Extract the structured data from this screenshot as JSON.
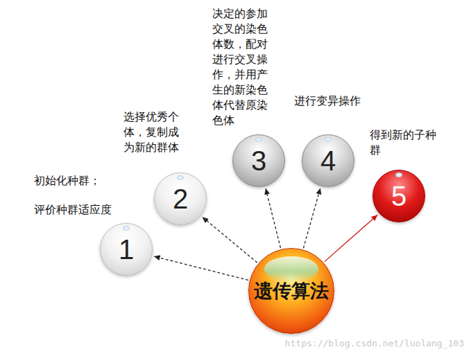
{
  "diagram": {
    "nodes": [
      {
        "text": [
          "1",
          "初始化种群；",
          "评价种群适应度"
        ]
      },
      {
        "text": [
          "2",
          "选择优秀个体，复制成为新的群体"
        ]
      },
      {
        "text": [
          "3",
          "决定的参加交叉的染色体数，配对进行交叉操作，并用产生的新染色体代替原染色体"
        ]
      },
      {
        "text": [
          "4",
          "进行变异操作"
        ]
      },
      {
        "text": [
          "5",
          "得到新的子种群"
        ]
      },
      {
        "text": [
          "遗传算法"
        ]
      }
    ],
    "edges": [
      {
        "from": 5,
        "to": 0,
        "arrow": "to"
      },
      {
        "from": 5,
        "to": 1,
        "arrow": "to"
      },
      {
        "from": 5,
        "to": 2,
        "arrow": "to"
      },
      {
        "from": 5,
        "to": 3,
        "arrow": "to"
      },
      {
        "from": 5,
        "to": 4,
        "arrow": "to"
      }
    ],
    "labels": [
      "https://blog.csdn.net/luolang_103"
    ]
  }
}
